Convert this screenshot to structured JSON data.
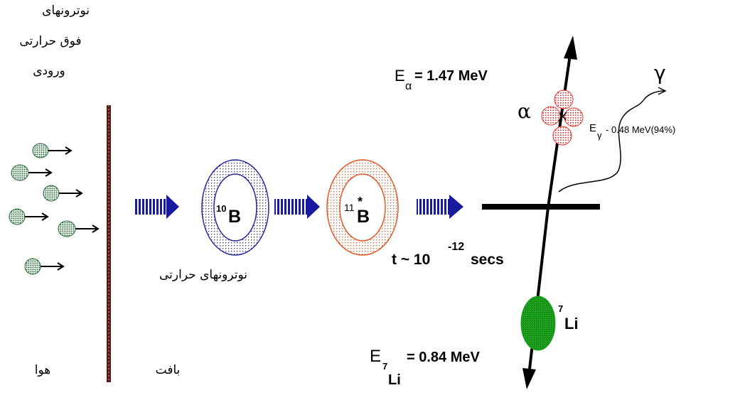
{
  "labels": {
    "incoming_neutrons": [
      "نوترونهای",
      "فوق حرارتی",
      "ورودی"
    ],
    "thermal_neutrons": "نوترونهای حرارتی",
    "air": "هوا",
    "tissue": "بافت",
    "boron10_mass": "10",
    "boron10_symbol": "B",
    "boron11_mass": "11",
    "boron11_excited": "*",
    "boron11_symbol": "B",
    "alpha_symbol": "α",
    "alpha_energy_E": "E",
    "alpha_energy_sub": "α",
    "alpha_energy_value": "= 1.47 MeV",
    "gamma_symbol": "γ",
    "gamma_energy_E": "E",
    "gamma_energy_sub": "γ",
    "gamma_energy_value": "- 0.48 MeV(94%)",
    "time_text": "t ~ 10",
    "time_exponent": "-12",
    "time_unit": "secs",
    "lithium_mass": "7",
    "lithium_symbol": "Li",
    "li_energy_E": "E",
    "li_energy_sub_mass": "7",
    "li_energy_sub_symbol": "Li",
    "li_energy_value": "= 0.84 MeV"
  },
  "colors": {
    "wall": "#5a1a1a",
    "flow_arrow": "#1a1aa0",
    "boron10_ring": "#2a2a9a",
    "boron11_ring": "#e05a2a",
    "alpha_particle": "#e03030",
    "lithium": "#1aa01a",
    "neutron": "#2a6a3a"
  }
}
